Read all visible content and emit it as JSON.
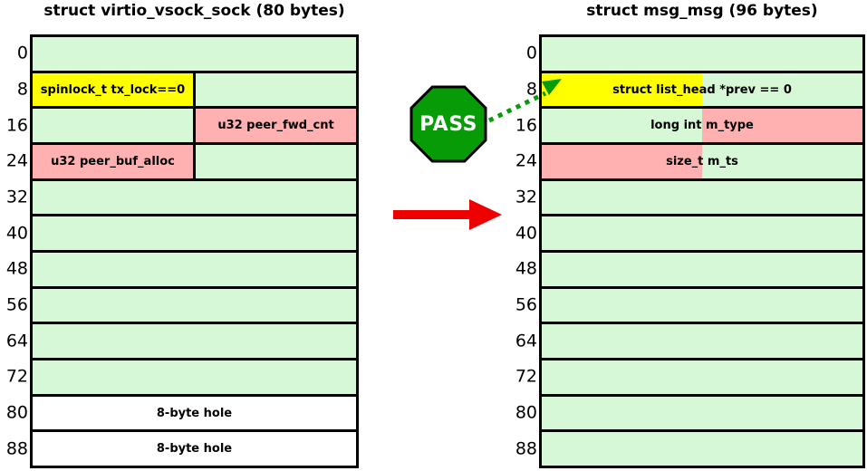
{
  "colors": {
    "cell_green": "#d6f8d6",
    "cell_pink": "#ffb0b0",
    "cell_yellow": "#ffff00",
    "cell_white": "#ffffff",
    "badge_green": "#089b08",
    "pointer_green": "#089b08",
    "arrow_red": "#ee0000",
    "border_black": "#000000"
  },
  "middle": {
    "badge_label": "PASS"
  },
  "left_table": {
    "title": "struct virtio_vsock_sock (80 bytes)",
    "rows": [
      {
        "offset": "0",
        "cells": [
          {
            "bg": "cell_green",
            "span": 8,
            "label": ""
          }
        ]
      },
      {
        "offset": "8",
        "cells": [
          {
            "bg": "cell_yellow",
            "span": 4,
            "label": "spinlock_t tx_lock==0"
          },
          {
            "bg": "cell_green",
            "span": 4,
            "label": ""
          }
        ]
      },
      {
        "offset": "16",
        "cells": [
          {
            "bg": "cell_green",
            "span": 4,
            "label": ""
          },
          {
            "bg": "cell_pink",
            "span": 4,
            "label": "u32 peer_fwd_cnt"
          }
        ]
      },
      {
        "offset": "24",
        "cells": [
          {
            "bg": "cell_pink",
            "span": 4,
            "label": "u32 peer_buf_alloc"
          },
          {
            "bg": "cell_green",
            "span": 4,
            "label": ""
          }
        ]
      },
      {
        "offset": "32",
        "cells": [
          {
            "bg": "cell_green",
            "span": 8,
            "label": ""
          }
        ]
      },
      {
        "offset": "40",
        "cells": [
          {
            "bg": "cell_green",
            "span": 8,
            "label": ""
          }
        ]
      },
      {
        "offset": "48",
        "cells": [
          {
            "bg": "cell_green",
            "span": 8,
            "label": ""
          }
        ]
      },
      {
        "offset": "56",
        "cells": [
          {
            "bg": "cell_green",
            "span": 8,
            "label": ""
          }
        ]
      },
      {
        "offset": "64",
        "cells": [
          {
            "bg": "cell_green",
            "span": 8,
            "label": ""
          }
        ]
      },
      {
        "offset": "72",
        "cells": [
          {
            "bg": "cell_green",
            "span": 8,
            "label": ""
          }
        ]
      },
      {
        "offset": "80",
        "cells": [
          {
            "bg": "cell_white",
            "span": 8,
            "label": "8-byte hole"
          }
        ]
      },
      {
        "offset": "88",
        "cells": [
          {
            "bg": "cell_white",
            "span": 8,
            "label": "8-byte hole"
          }
        ]
      }
    ]
  },
  "right_table": {
    "title": "struct msg_msg (96 bytes)",
    "rows": [
      {
        "offset": "0",
        "cells": [
          {
            "bg": "cell_green",
            "span": 8,
            "label": ""
          }
        ]
      },
      {
        "offset": "8",
        "cells": [
          {
            "bg_left": "cell_yellow",
            "bg_right": "cell_green",
            "span": 8,
            "label": "struct list_head *prev == 0"
          }
        ]
      },
      {
        "offset": "16",
        "cells": [
          {
            "bg_left": "cell_green",
            "bg_right": "cell_pink",
            "span": 8,
            "label": "long int m_type"
          }
        ]
      },
      {
        "offset": "24",
        "cells": [
          {
            "bg_left": "cell_pink",
            "bg_right": "cell_green",
            "span": 8,
            "label": "size_t m_ts"
          }
        ]
      },
      {
        "offset": "32",
        "cells": [
          {
            "bg": "cell_green",
            "span": 8,
            "label": ""
          }
        ]
      },
      {
        "offset": "40",
        "cells": [
          {
            "bg": "cell_green",
            "span": 8,
            "label": ""
          }
        ]
      },
      {
        "offset": "48",
        "cells": [
          {
            "bg": "cell_green",
            "span": 8,
            "label": ""
          }
        ]
      },
      {
        "offset": "56",
        "cells": [
          {
            "bg": "cell_green",
            "span": 8,
            "label": ""
          }
        ]
      },
      {
        "offset": "64",
        "cells": [
          {
            "bg": "cell_green",
            "span": 8,
            "label": ""
          }
        ]
      },
      {
        "offset": "72",
        "cells": [
          {
            "bg": "cell_green",
            "span": 8,
            "label": ""
          }
        ]
      },
      {
        "offset": "80",
        "cells": [
          {
            "bg": "cell_green",
            "span": 8,
            "label": ""
          }
        ]
      },
      {
        "offset": "88",
        "cells": [
          {
            "bg": "cell_green",
            "span": 8,
            "label": ""
          }
        ]
      }
    ]
  }
}
